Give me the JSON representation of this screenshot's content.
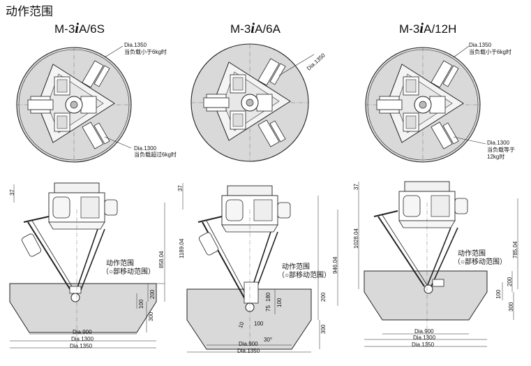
{
  "page_title": "动作范围",
  "colors": {
    "line": "#222222",
    "area_fill": "#d9d9d9",
    "robot_fill": "#f2f2f2"
  },
  "models": [
    {
      "name_prefix": "M-3",
      "name_i": "i",
      "name_suffix": "A/6S",
      "top_labels": [
        {
          "text": "Dia.1350"
        },
        {
          "text": "当负载小于6kg时"
        },
        {
          "text": "Dia.1300"
        },
        {
          "text": "当负载超过6kg时"
        }
      ],
      "dims": {
        "top_offset": "37",
        "height_a": "858.04",
        "height_b": "200",
        "height_c": "100",
        "height_d": "300",
        "dia_900": "Dia.900",
        "dia_1300": "Dia.1300",
        "dia_1350": "Dia.1350"
      },
      "range_label": "动作范围",
      "range_note": "（○部移动范围）"
    },
    {
      "name_prefix": "M-3",
      "name_i": "i",
      "name_suffix": "A/6A",
      "top_labels": [
        {
          "text": "Dia.1350"
        }
      ],
      "dims": {
        "top_offset": "37",
        "height_a": "1189.04",
        "height_e": "946.04",
        "height_b": "200",
        "height_d": "300",
        "height_c": "100",
        "height_f": "180",
        "height_g": "75",
        "offset_10": "10",
        "offset_100": "100",
        "angle": "30°",
        "dia_900": "Dia.900",
        "dia_1350": "Dia.1350"
      },
      "range_label": "动作范围",
      "range_note": "（○部移动范围）"
    },
    {
      "name_prefix": "M-3",
      "name_i": "i",
      "name_suffix": "A/12H",
      "top_labels": [
        {
          "text": "Dia.1350"
        },
        {
          "text": "当负载小于6kg时"
        },
        {
          "text": "Dia.1300"
        },
        {
          "text": "当负载等于"
        },
        {
          "text": "12kg时"
        }
      ],
      "dims": {
        "top_offset": "37",
        "height_a": "1028.04",
        "height_e": "785.04",
        "height_b": "200",
        "height_c": "100",
        "height_d": "300",
        "dia_900": "Dia.900",
        "dia_1300": "Dia.1300",
        "dia_1350": "Dia.1350"
      },
      "range_label": "动作范围",
      "range_note": "（○部移动范围）"
    }
  ]
}
